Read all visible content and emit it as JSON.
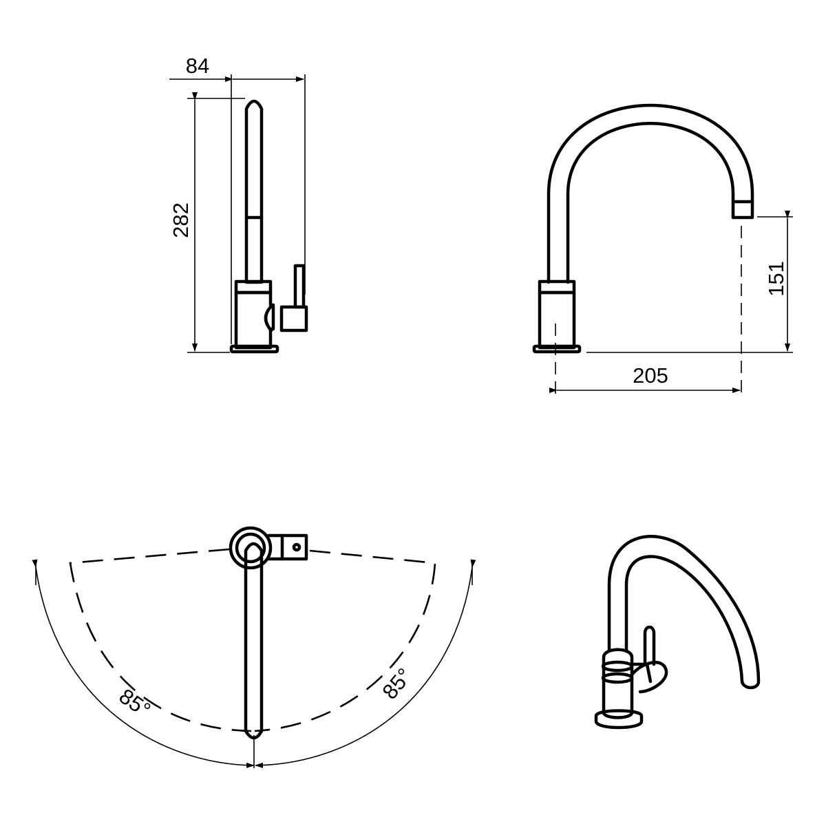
{
  "dimensions": {
    "width_label": "84",
    "height_label": "282",
    "spout_height_label": "151",
    "reach_label": "205",
    "swivel_left_label": "85°",
    "swivel_right_label": "85°"
  },
  "colors": {
    "line": "#000000",
    "background": "#ffffff"
  }
}
